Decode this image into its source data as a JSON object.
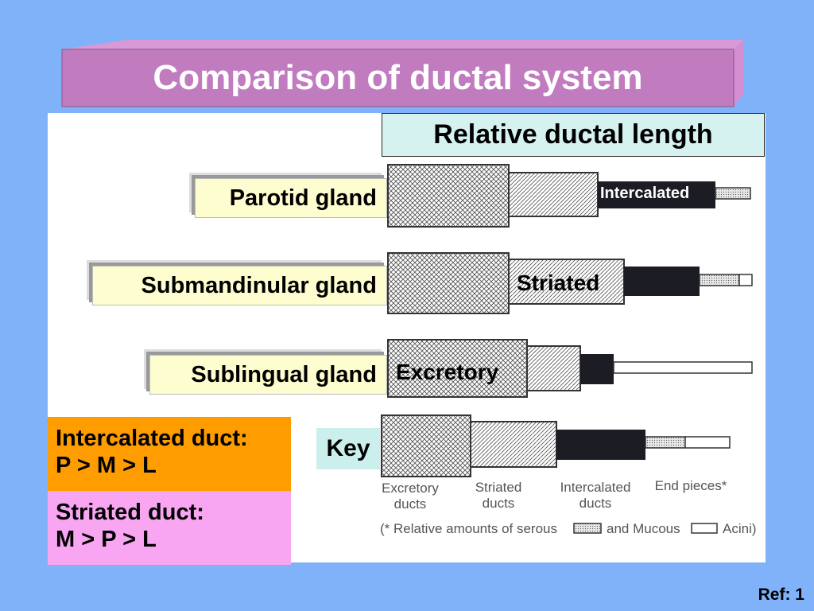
{
  "title": "Comparison of ductal system",
  "header": "Relative ductal length",
  "glands": [
    {
      "label": "Parotid gland"
    },
    {
      "label": "Submandinular gland"
    },
    {
      "label": "Sublingual gland"
    }
  ],
  "duct_labels": {
    "intercalated": "Intercalated",
    "striated": "Striated",
    "excretory": "Excretory"
  },
  "key": {
    "label": "Key",
    "excretory": "Excretory ducts",
    "striated": "Striated ducts",
    "intercalated": "Intercalated ducts",
    "end_pieces": "End pieces*",
    "footnote_part1": "(* Relative amounts of serous",
    "footnote_part2": "and Mucous",
    "footnote_part3": "Acini)"
  },
  "comparisons": [
    {
      "line1": "Intercalated duct:",
      "line2": "P > M > L",
      "color": "#ff9d00"
    },
    {
      "line1": "Striated duct:",
      "line2": "M > P > L",
      "color": "#f8a5f2"
    }
  ],
  "ref": "Ref: 1",
  "colors": {
    "background": "#7fb2f8",
    "title_bar": "#c17cc0",
    "header_box": "#d6f2f0",
    "gland_label": "#fefdcf",
    "intercalated_duct": "#1c1c24"
  }
}
